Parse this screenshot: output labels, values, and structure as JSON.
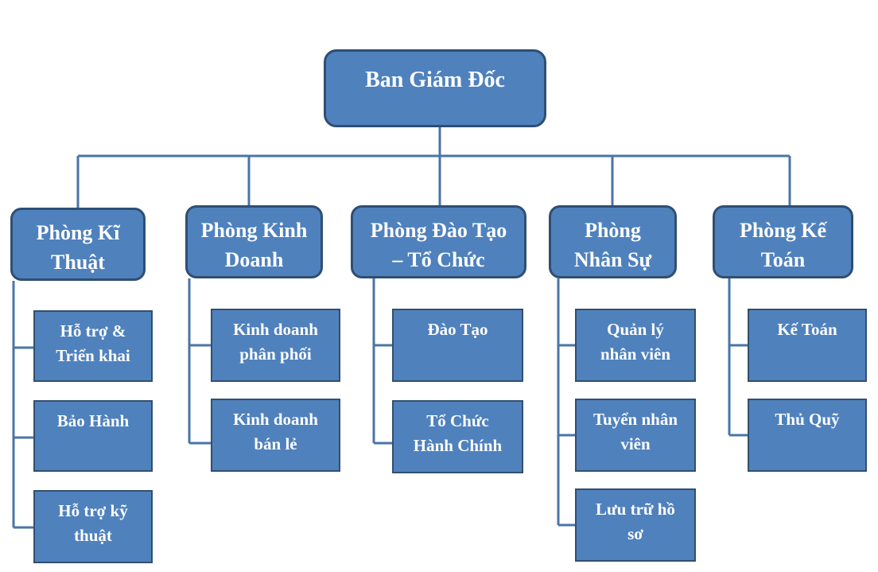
{
  "top": {
    "label": "Ban Giám Đốc"
  },
  "departments": [
    {
      "label": "Phòng Kĩ\nThuật",
      "units": [
        {
          "label": "Hỗ trợ &\nTriển khai"
        },
        {
          "label": "Bảo Hành"
        },
        {
          "label": "Hỗ trợ kỹ\nthuật"
        }
      ]
    },
    {
      "label": "Phòng Kinh\nDoanh",
      "units": [
        {
          "label": "Kinh doanh\nphân phối"
        },
        {
          "label": "Kinh doanh\nbán lẻ"
        }
      ]
    },
    {
      "label": "Phòng Đào Tạo\n– Tổ Chức",
      "units": [
        {
          "label": "Đào Tạo"
        },
        {
          "label": "Tổ Chức\nHành Chính"
        }
      ]
    },
    {
      "label": "Phòng\nNhân Sự",
      "units": [
        {
          "label": "Quản lý\nnhân viên"
        },
        {
          "label": "Tuyển nhân\nviên"
        },
        {
          "label": "Lưu trữ hồ\nsơ"
        }
      ]
    },
    {
      "label": "Phòng Kế\nToán",
      "units": [
        {
          "label": "Kế Toán"
        },
        {
          "label": "Thủ Quỹ"
        }
      ]
    }
  ],
  "colors": {
    "box_fill": "#4f81bd",
    "box_border": "#2e4f73",
    "connector": "#4a74a8",
    "text": "#ffffff"
  }
}
